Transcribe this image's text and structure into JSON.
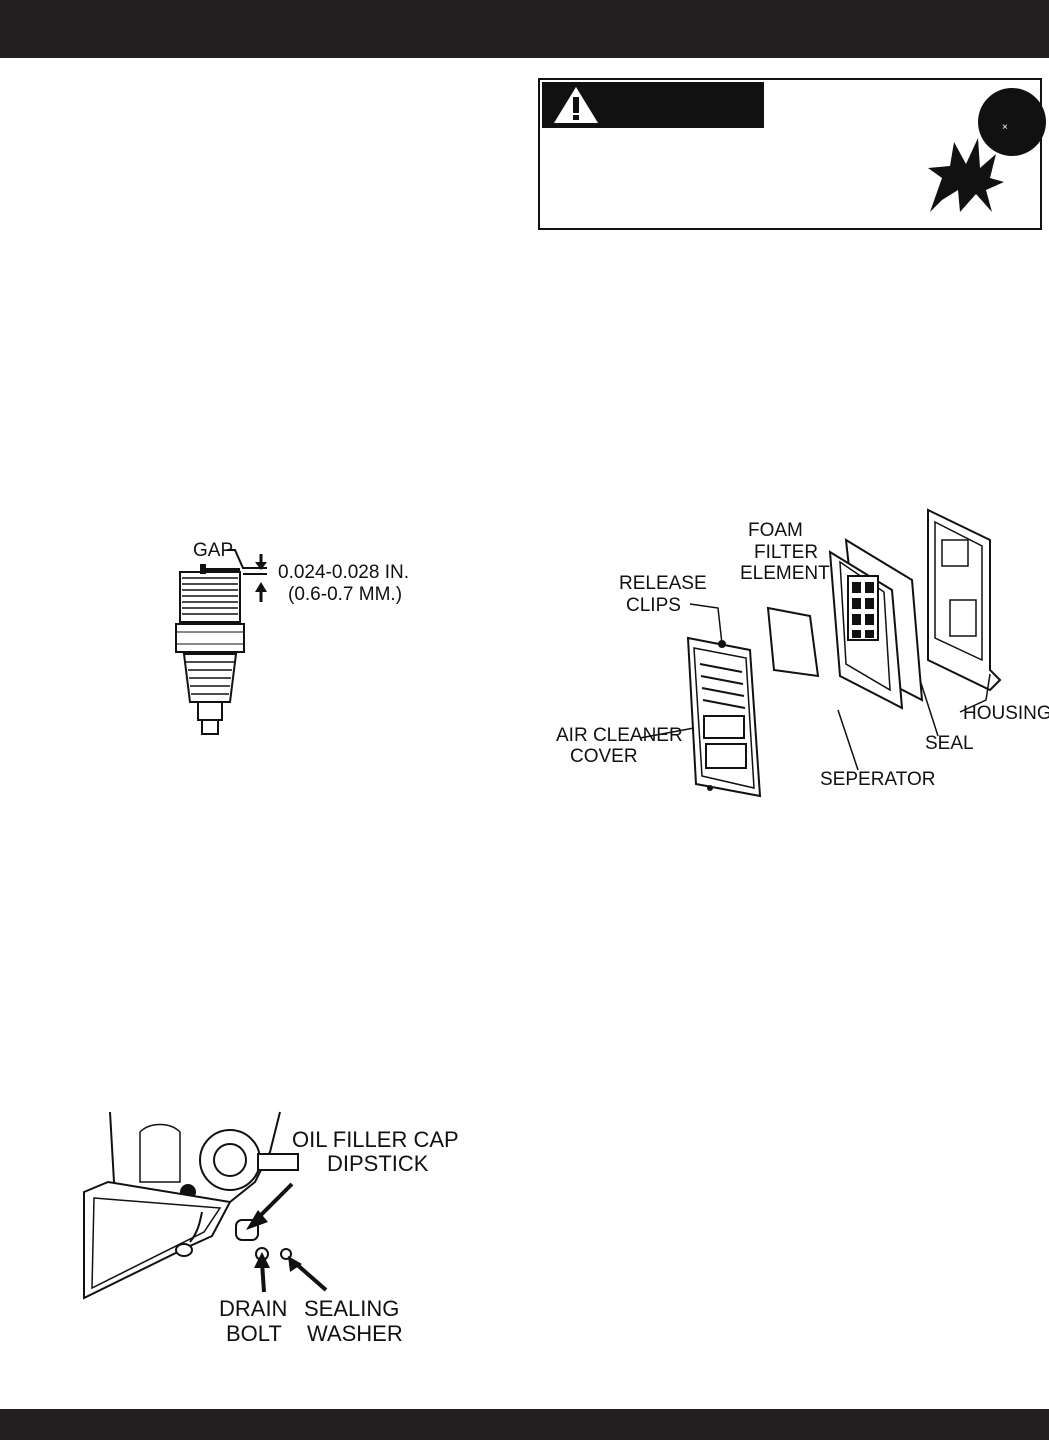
{
  "warning": {
    "icon": "warning-triangle-icon",
    "illustration": "explosion-icon"
  },
  "spark_plug": {
    "gap_label": "GAP",
    "gap_in": "0.024-0.028 IN.",
    "gap_mm": "(0.6-0.7 MM.)"
  },
  "air_cleaner": {
    "foam_filter": [
      "FOAM",
      "FILTER",
      "ELEMENT"
    ],
    "release_clips": [
      "RELEASE",
      "CLIPS"
    ],
    "cover": [
      "AIR CLEANER",
      "COVER"
    ],
    "housing": "HOUSING",
    "seal": "SEAL",
    "separator": "SEPERATOR"
  },
  "oil_drain": {
    "filler_cap": [
      "OIL FILLER CAP",
      "DIPSTICK"
    ],
    "drain_bolt": [
      "DRAIN",
      "BOLT"
    ],
    "sealing_washer": [
      "SEALING",
      "WASHER"
    ]
  }
}
